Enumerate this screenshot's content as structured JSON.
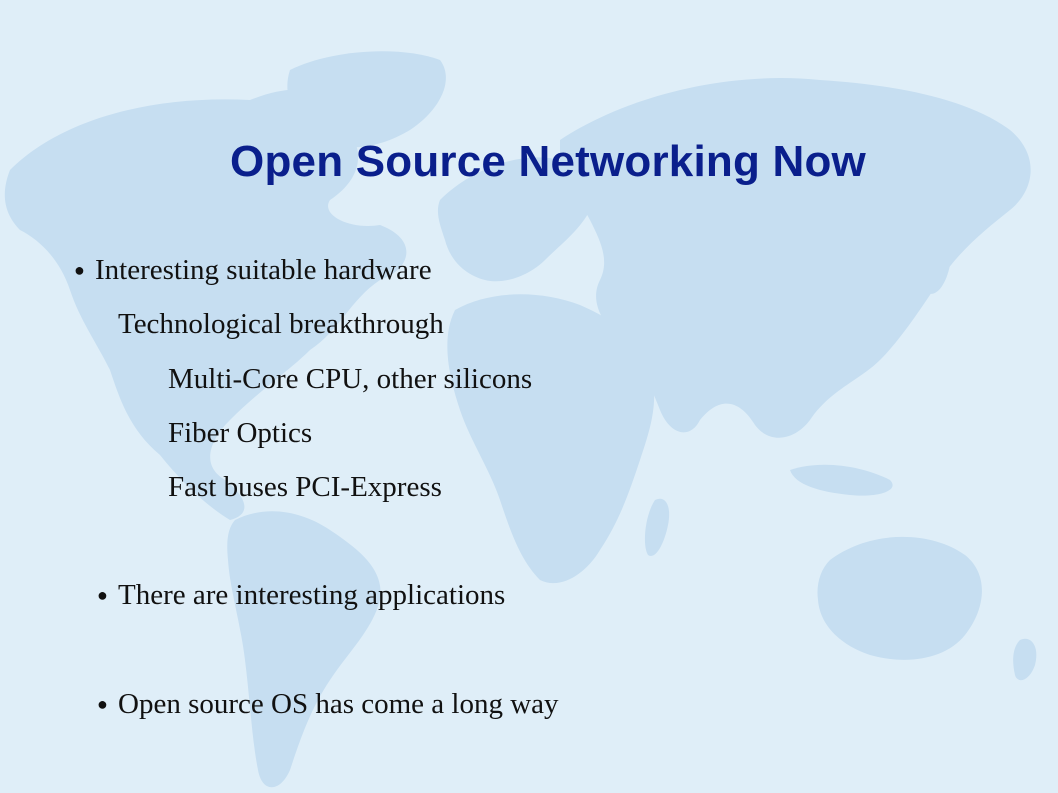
{
  "slide": {
    "title": "Open Source Networking Now",
    "items": [
      {
        "text": "Interesting suitable hardware",
        "bullet": "●"
      },
      {
        "text": "Technological breakthrough"
      },
      {
        "text": "Multi-Core CPU, other silicons"
      },
      {
        "text": "Fiber Optics"
      },
      {
        "text": "Fast buses PCI-Express"
      },
      {
        "text": "There are interesting applications",
        "bullet": "●"
      },
      {
        "text": "Open source OS has come a long way",
        "bullet": "●"
      }
    ],
    "colors": {
      "background": "#dfeef8",
      "map": "#c8e0f2",
      "title": "#0a1f8c",
      "text": "#111111"
    }
  }
}
